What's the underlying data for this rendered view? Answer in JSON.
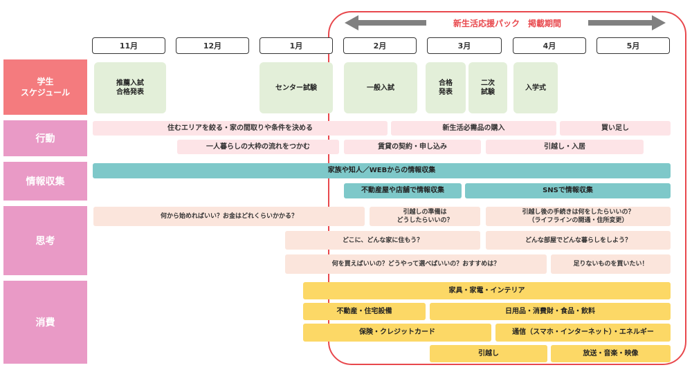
{
  "header": {
    "campaign_title": "新生活応援パック　掲載期間",
    "months": [
      "11月",
      "12月",
      "1月",
      "2月",
      "3月",
      "4月",
      "5月"
    ]
  },
  "rows": {
    "student": "学生\nスケジュール",
    "action": "行動",
    "info": "情報収集",
    "thinking": "思考",
    "consumption": "消費"
  },
  "events": {
    "suisen": "推薦入試\n合格発表",
    "center": "センター試験",
    "ippan": "一般入試",
    "goukaku": "合格\n発表",
    "niji": "二次\n試験",
    "nyugaku": "入学式"
  },
  "actions": {
    "a1": "住むエリアを絞る・家の間取りや条件を決める",
    "a2": "新生活必需品の購入",
    "a3": "買い足し",
    "a4": "一人暮らしの大枠の流れをつかむ",
    "a5": "賃貸の契約・申し込み",
    "a6": "引越し・入居"
  },
  "info": {
    "i1": "家族や知人／WEBからの情報収集",
    "i2": "不動産屋や店舗で情報収集",
    "i3": "SNSで情報収集"
  },
  "thinking": {
    "t1": "何から始めればいい？お金はどれくらいかかる？",
    "t2": "引越しの準備は\nどうしたらいいの？",
    "t3": "引越し後の手続きは何をしたらいいの？\n（ライフラインの開通・住所変更）",
    "t4": "どこに、どんな家に住もう？",
    "t5": "どんな部屋でどんな暮らしをしよう？",
    "t6": "何を買えばいいの？どうやって選べばいいの？おすすめは？",
    "t7": "足りないものを買いたい！"
  },
  "consumption": {
    "c1": "家具・家電・インテリア",
    "c2": "不動産・住宅設備",
    "c3": "日用品・消費財・食品・飲料",
    "c4": "保険・クレジットカード",
    "c5": "通信（スマホ・インターネット）・エネルギー",
    "c6": "引越し",
    "c7": "放送・音楽・映像"
  },
  "colors": {
    "campaign_frame": "#e8474c",
    "student_label": "#f47b7e",
    "row_label": "#e99ac6",
    "event": "#e3efd9",
    "action": "#fde4e7",
    "info": "#7ec8c9",
    "thinking": "#fbe5dc",
    "consumption": "#fcd866",
    "arrow": "#808080"
  }
}
